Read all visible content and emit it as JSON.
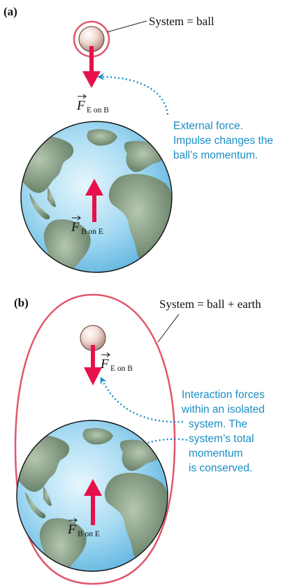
{
  "colors": {
    "system_outline": "#e0566b",
    "force_arrow": "#e8104a",
    "annotation": "#1a8ec4",
    "ocean": "#7cc6ea",
    "land": "#6f8a6f"
  },
  "panel_a": {
    "label": "(a)",
    "system_label": "System = ball",
    "force_on_ball": {
      "symbol": "F",
      "subscript": "E on B"
    },
    "force_on_earth": {
      "symbol": "F",
      "subscript": "B on E"
    },
    "annotation": [
      "External force.",
      "Impulse changes the",
      "ball’s momentum."
    ]
  },
  "panel_b": {
    "label": "(b)",
    "system_label": "System = ball + earth",
    "force_on_ball": {
      "symbol": "F",
      "subscript": "E on B"
    },
    "force_on_earth": {
      "symbol": "F",
      "subscript": "B on E"
    },
    "annotation": [
      "Interaction forces",
      "within an isolated",
      "system. The",
      "system’s total",
      "momentum",
      "is conserved."
    ]
  },
  "icons": [
    "ball-icon",
    "earth-icon",
    "force-arrow-icon",
    "dotted-pointer-arrow-icon"
  ]
}
